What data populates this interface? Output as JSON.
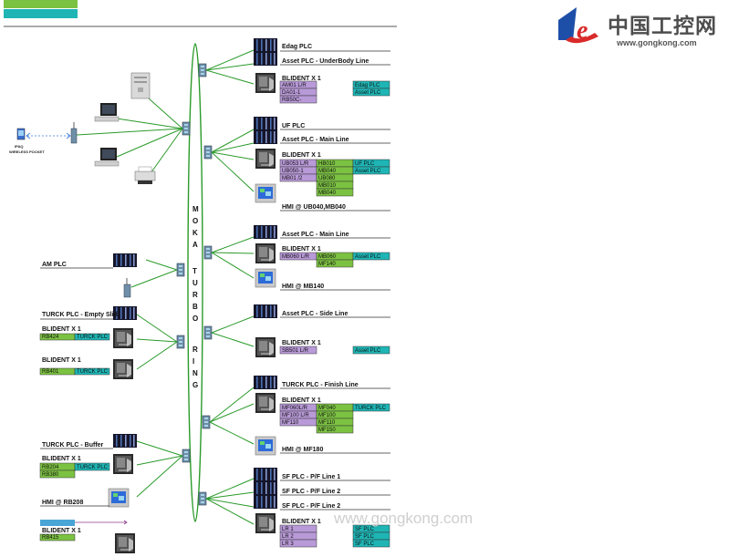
{
  "legend": [
    {
      "text": "",
      "color": "#7cc242"
    },
    {
      "text": "",
      "color": "#1fb5b5"
    }
  ],
  "ring": {
    "letters": [
      "M",
      "O",
      "K",
      "A",
      "",
      "T",
      "U",
      "R",
      "B",
      "O",
      "",
      "R",
      "I",
      "N",
      "G"
    ],
    "line_color": "#2a9a2a"
  },
  "colors": {
    "purple": "#b99ad8",
    "green": "#7cc242",
    "teal": "#1fb5b5",
    "dark": "#1a1a2e",
    "line": "#2a9a2a"
  },
  "pc_side": {
    "station_label": "IPAQ",
    "station_sub": "WIRELESS POCKET"
  },
  "right": [
    {
      "labels": [
        "Edag PLC",
        "Asset PLC - UnderBody Line"
      ],
      "blident": "BLIDENT X 1",
      "purple": [
        "AM01 L/R",
        "DA01-1",
        "RB50C-"
      ],
      "green": [],
      "teal": [
        "Edag PLC",
        "Asset PLC"
      ]
    },
    {
      "labels": [
        "UF PLC",
        "Asset PLC - Main Line"
      ],
      "blident": "BLIDENT X 1",
      "purple": [
        "UB053 L/R",
        "UB050-1",
        "MB01 /2"
      ],
      "green": [
        "HB010",
        "MB040",
        "UB080",
        "MB010",
        "MB040"
      ],
      "teal": [
        "UF PLC",
        "Asset PLC"
      ],
      "hmi": "HMI @ UB040,MB040"
    },
    {
      "labels": [
        "Asset PLC - Main Line"
      ],
      "blident": "BLIDENT X 1",
      "purple": [
        "MB060 L/R"
      ],
      "green": [
        "MB060",
        "MF140"
      ],
      "teal": [
        "Asset PLC"
      ],
      "hmi": "HMI @ MB140"
    },
    {
      "labels": [
        "Asset PLC - Side Line"
      ],
      "blident": "BLIDENT X 1",
      "purple": [
        "SB501 L/R"
      ],
      "green": [],
      "teal": [
        "Asset PLC"
      ]
    },
    {
      "labels": [
        "TURCK PLC - Finish Line"
      ],
      "blident": "BLIDENT X 1",
      "purple": [
        "MF060L/R",
        "MF100 L/R",
        "MF110"
      ],
      "green": [
        "MF040",
        "MF100",
        "MF110",
        "MF150"
      ],
      "teal": [
        "TURCK PLC"
      ],
      "hmi": "HMI @ MF180"
    },
    {
      "labels": [
        "SF PLC - P/F Line 1",
        "SF PLC - P/F Line 2",
        "SF PLC - P/F Line 2"
      ],
      "blident": "BLIDENT X 1",
      "purple": [
        "LR 1",
        "LR 2",
        "LR 3"
      ],
      "green": [],
      "teal": [
        "SF PLC",
        "SF PLC",
        "SF PLC"
      ]
    }
  ],
  "left": {
    "am": "AM PLC",
    "turck1": "TURCK PLC - Empty Slid",
    "bl1": "BLIDENT X 1",
    "bl1_green": "RB424",
    "bl1_teal": "TURCK PLC",
    "bl2": "BLIDENT X 1",
    "bl2_green": "RB401",
    "bl2_teal": "TURCK PLC",
    "turck2": "TURCK PLC - Buffer",
    "bl3": "BLIDENT X 1",
    "bl3_green": [
      "RB204",
      "RB380"
    ],
    "bl3_teal": "TURCK PLC",
    "hmi": "HMI @ RB208",
    "bl4": "BLIDENT X 1",
    "bl4_green": "RB415"
  },
  "watermark": {
    "brand": "中国工控网",
    "url": "www.gongkong.com",
    "mid": "www.gongkong.com"
  }
}
